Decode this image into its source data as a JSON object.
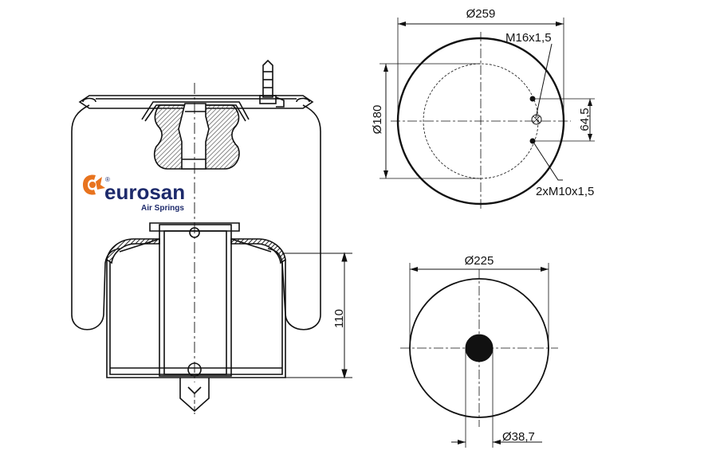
{
  "brand": {
    "name": "eurosan",
    "tagline": "Air Springs",
    "registered_mark": "®",
    "colors": {
      "text": "#1d2a6b",
      "accent": "#e8731e"
    }
  },
  "dimensions": {
    "top_plate_diameter": "Ø259",
    "top_plate_inner_diameter": "Ø180",
    "center_thread": "M16x1,5",
    "bolt_spacing": "64,5",
    "side_threads": "2xM10x1,5",
    "piston_diameter": "Ø225",
    "piston_hole_diameter": "Ø38,7",
    "piston_height": "110"
  }
}
